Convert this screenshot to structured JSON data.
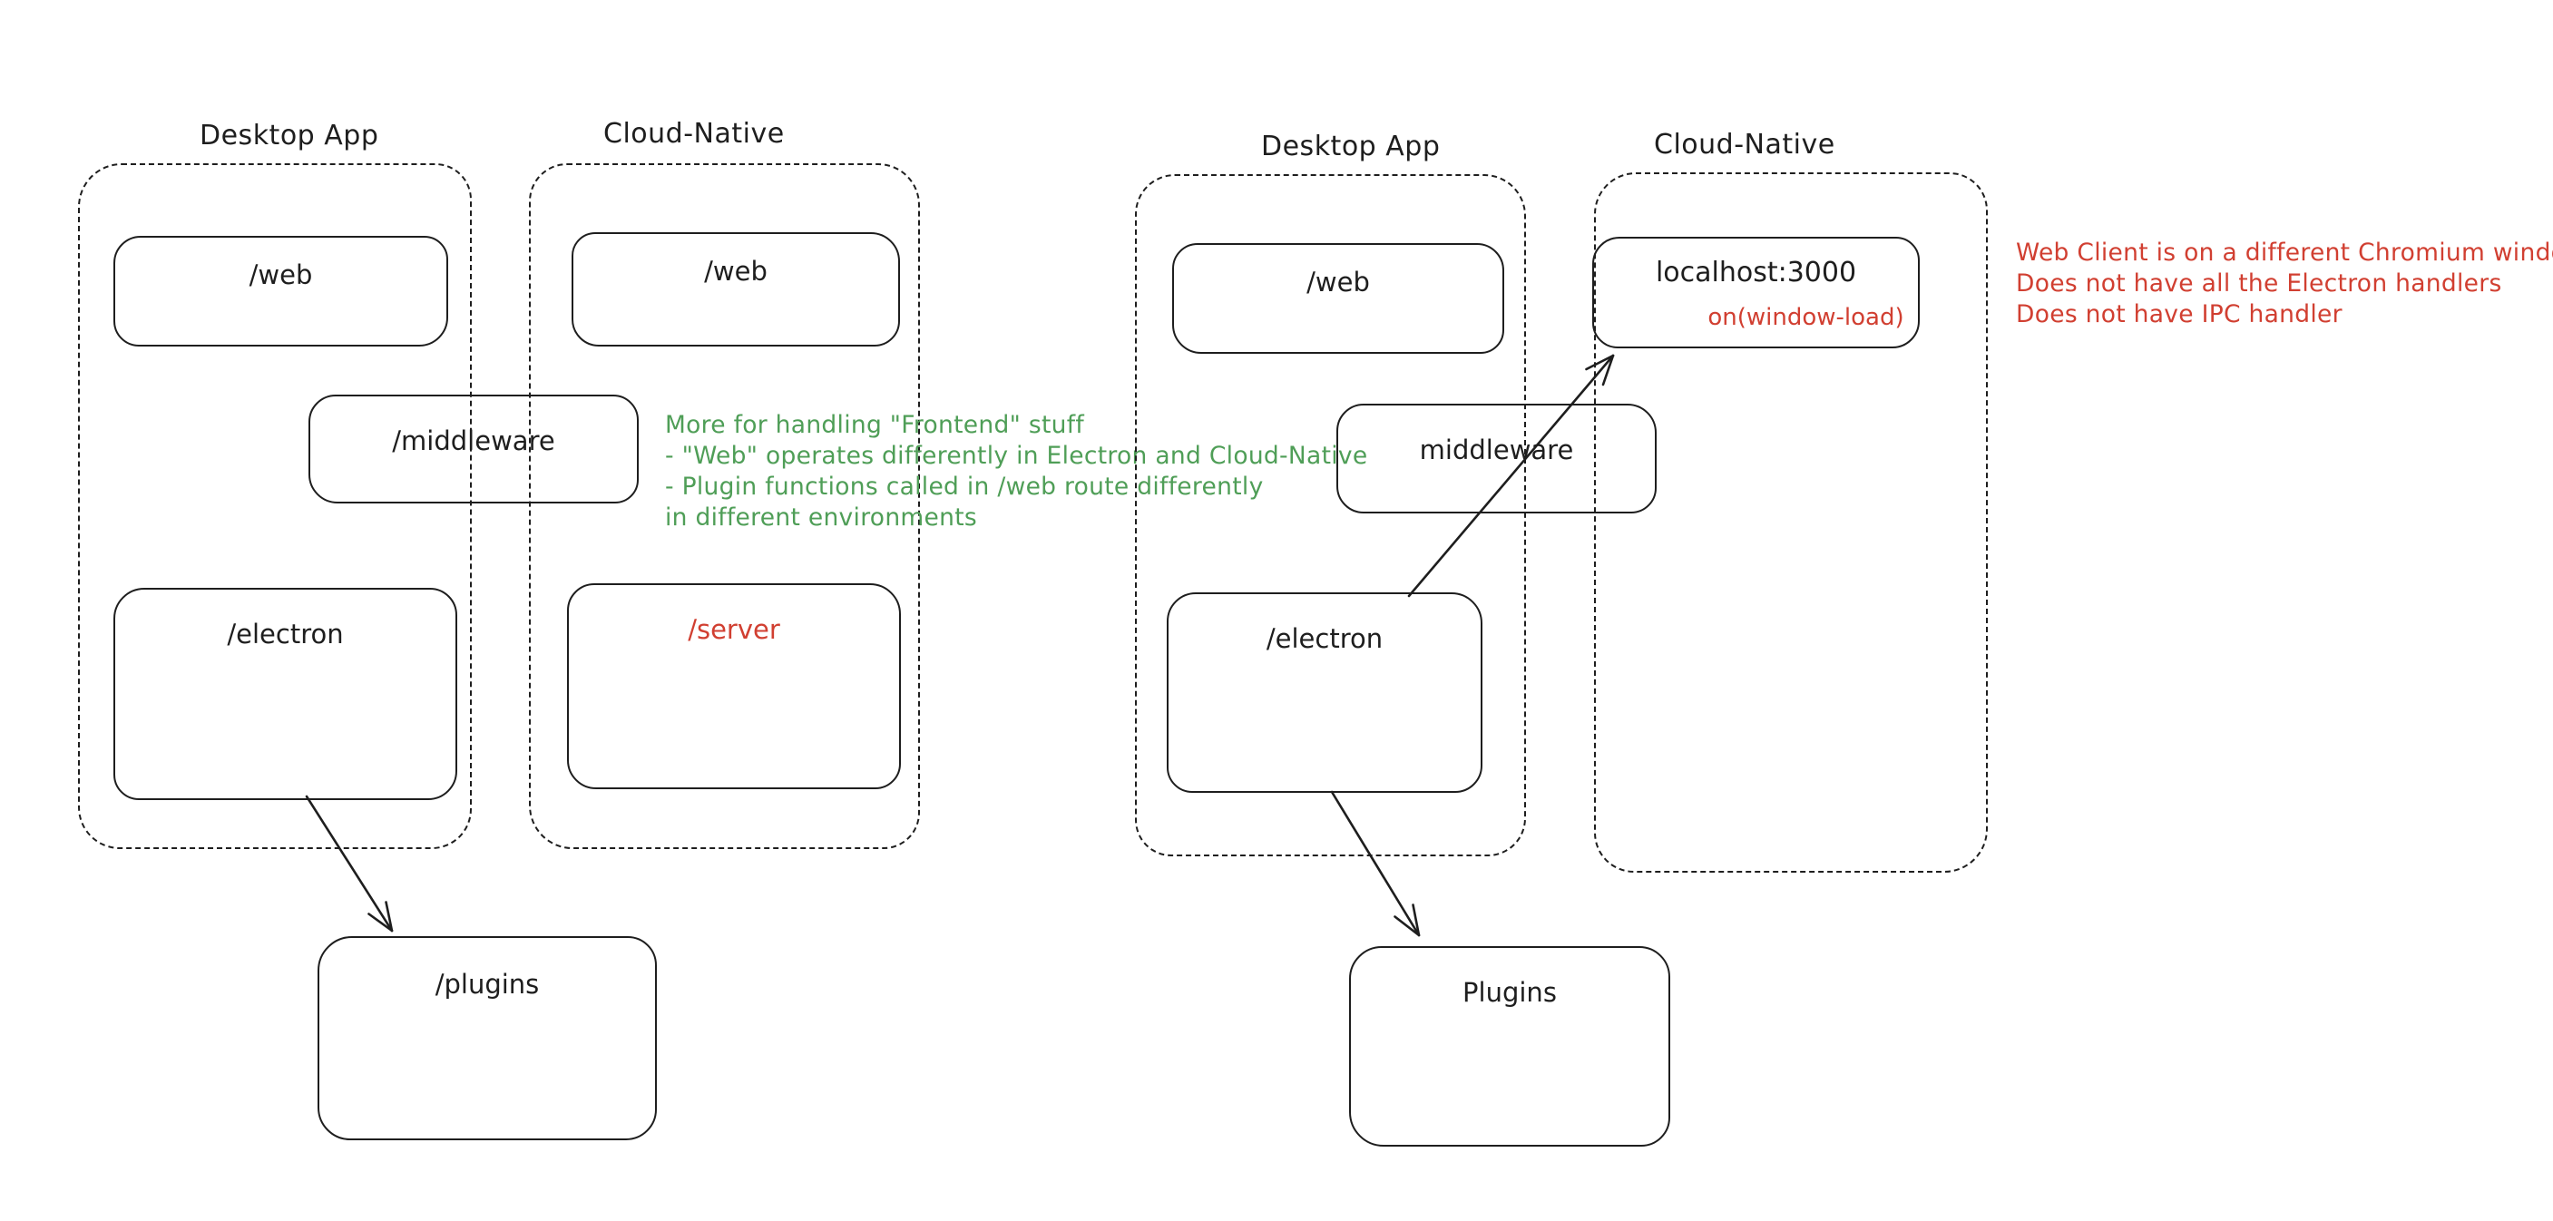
{
  "colors": {
    "background": "#ffffff",
    "ink": "#1e1e1e",
    "green_note": "#4f9e57",
    "red_note": "#d13f31"
  },
  "left_diagram": {
    "desktop_container_label": "Desktop App",
    "cloud_container_label": "Cloud-Native",
    "boxes": {
      "web_desktop": "/web",
      "web_cloud": "/web",
      "middleware": "/middleware",
      "electron": "/electron",
      "server": "/server",
      "plugins": "/plugins"
    },
    "arrows": [
      {
        "from": "/electron",
        "to": "/plugins"
      }
    ],
    "green_note": {
      "color": "#4f9e57",
      "lines": [
        "More for handling \"Frontend\" stuff",
        "- \"Web\" operates differently in Electron and Cloud-Native",
        "- Plugin functions called in /web route differently",
        "in different environments"
      ]
    }
  },
  "right_diagram": {
    "desktop_container_label": "Desktop App",
    "cloud_container_label": "Cloud-Native",
    "boxes": {
      "web": "/web",
      "localhost_title": "localhost:3000",
      "localhost_event": "on(window-load)",
      "middleware": "middleware",
      "electron": "/electron",
      "plugins": "Plugins"
    },
    "arrows": [
      {
        "from": "/electron",
        "to": "localhost:3000"
      },
      {
        "from": "/electron",
        "to": "Plugins"
      }
    ],
    "red_note": {
      "color": "#d13f31",
      "lines": [
        "Web Client is on a different Chromium window",
        "Does not have all the Electron handlers",
        "Does not have IPC handler"
      ]
    }
  }
}
